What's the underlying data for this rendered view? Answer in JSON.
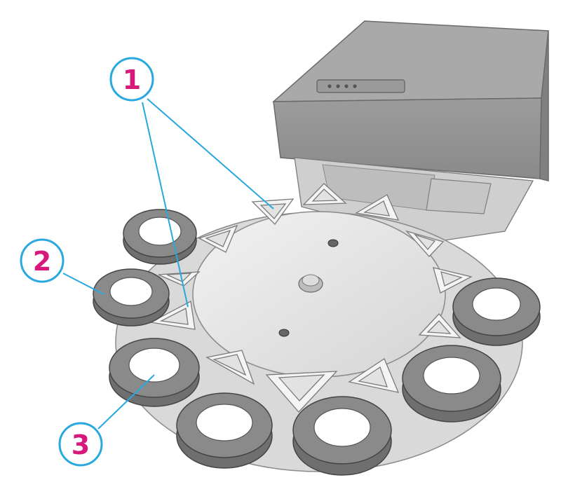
{
  "figure": {
    "callouts": [
      {
        "label": "1"
      },
      {
        "label": "2"
      },
      {
        "label": "3"
      }
    ]
  },
  "colors": {
    "callout_circle": "#29a8df",
    "callout_text": "#d6197a",
    "leader_line": "#29a8df",
    "disc_ring": "#7d7d7d",
    "disc_hub": "#ffffff",
    "carousel_plate": "#e3e3e3",
    "printer_body": "#a7a7a7",
    "holder": "#ededed"
  }
}
